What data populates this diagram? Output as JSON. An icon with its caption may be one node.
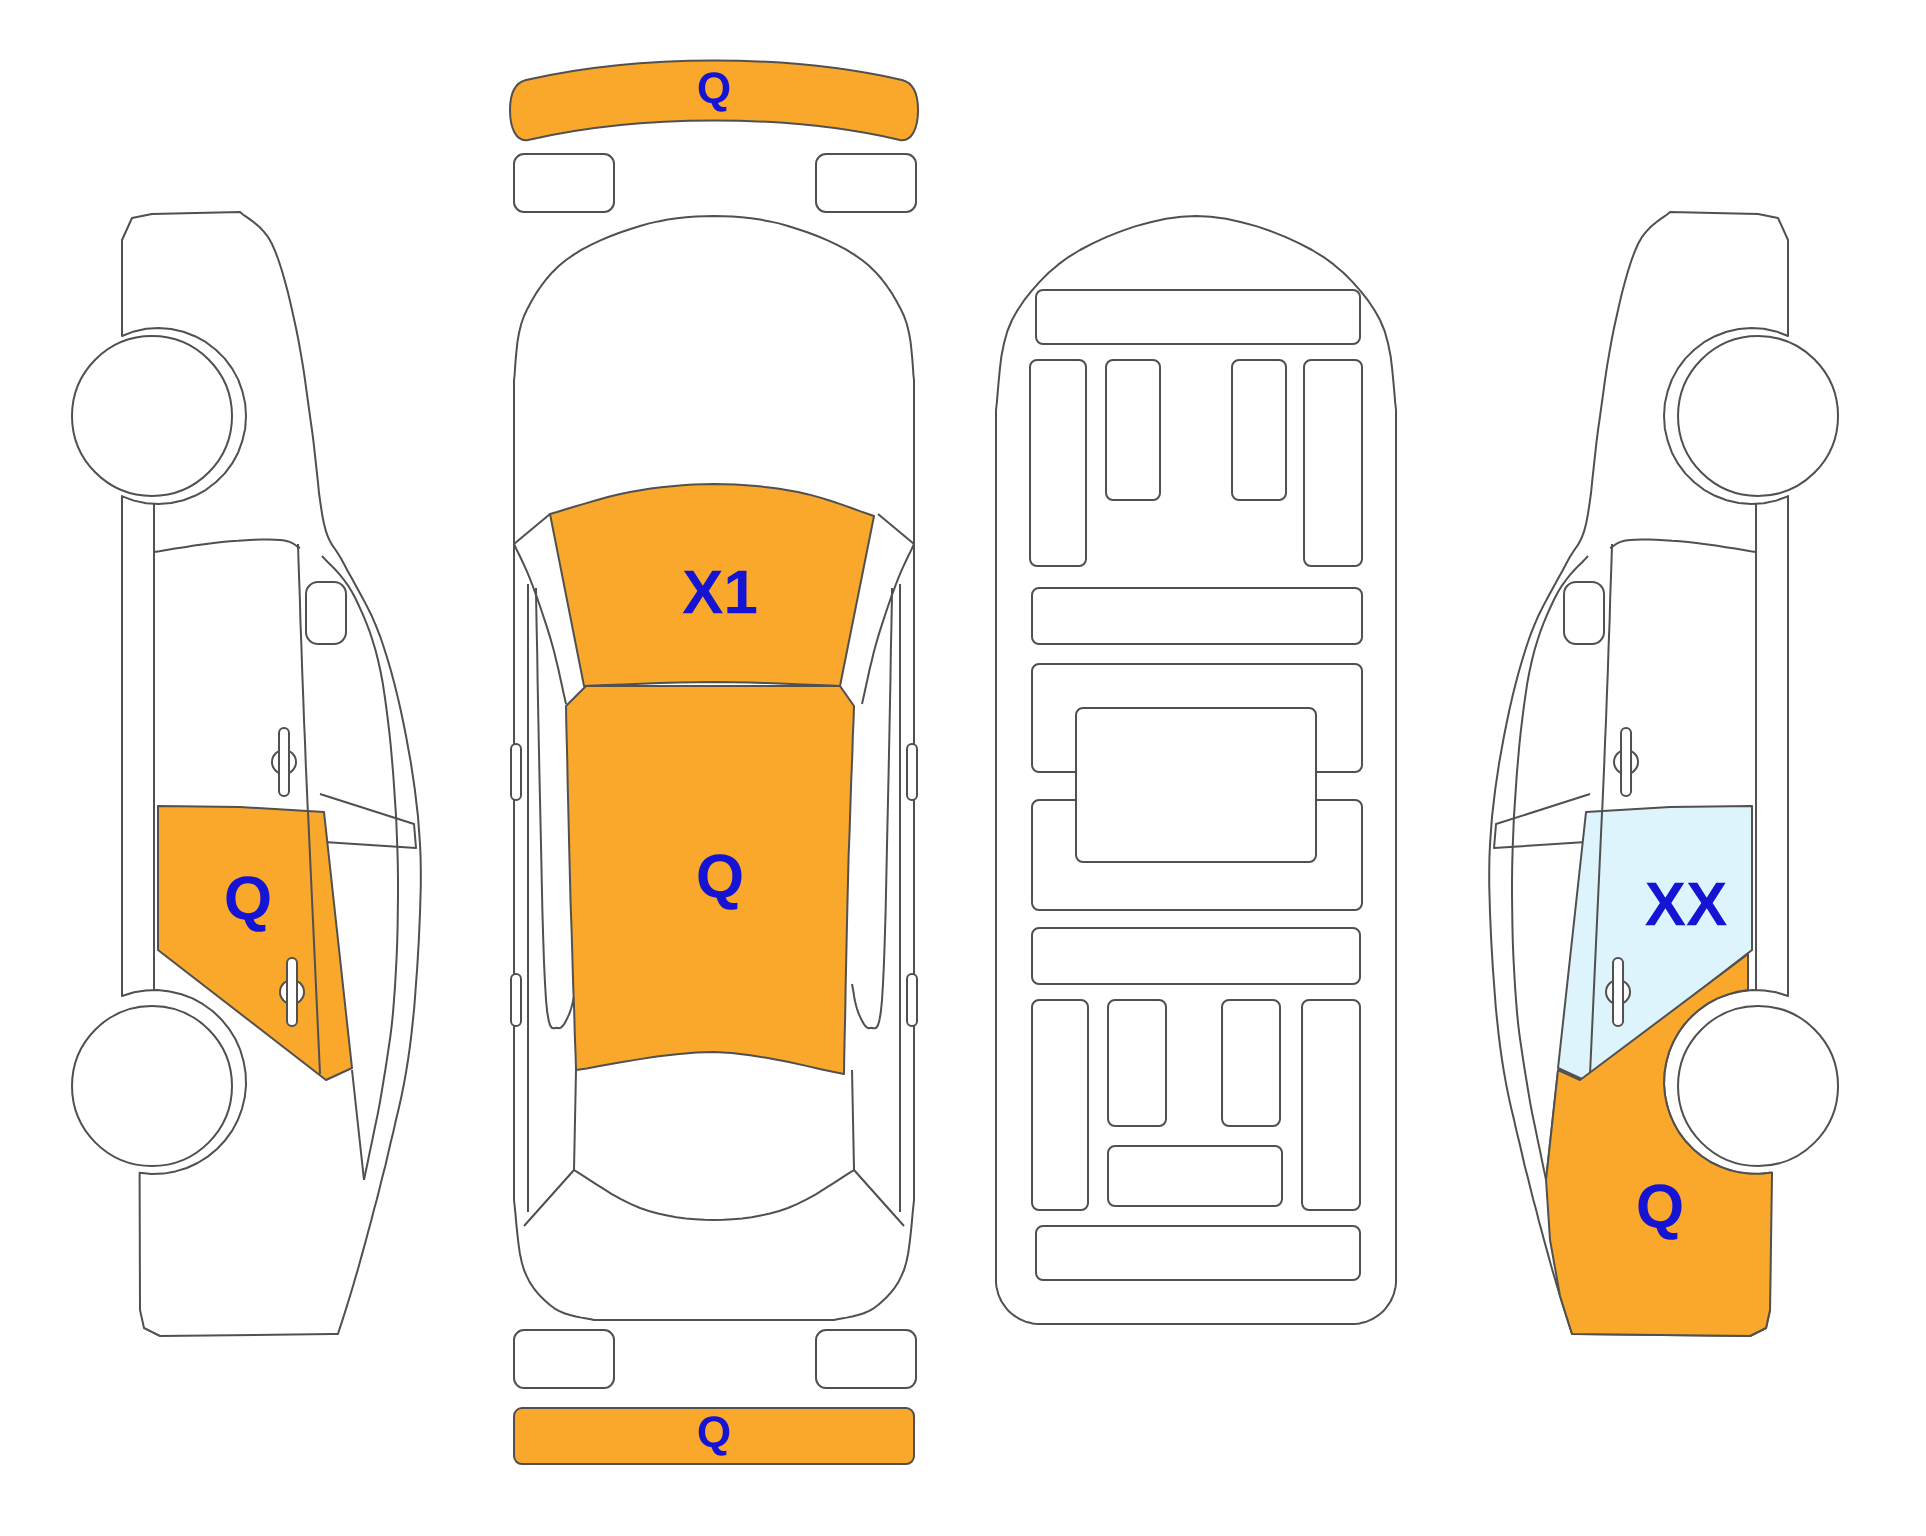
{
  "diagram": {
    "nodes": [
      {
        "text": [
          "Q"
        ]
      },
      {
        "text": [
          "X1"
        ]
      },
      {
        "text": [
          "Q"
        ]
      },
      {
        "text": [
          "Q"
        ]
      },
      {
        "text": [
          "XX"
        ]
      },
      {
        "text": [
          "Q"
        ]
      },
      {
        "text": [
          "Q"
        ]
      }
    ]
  }
}
